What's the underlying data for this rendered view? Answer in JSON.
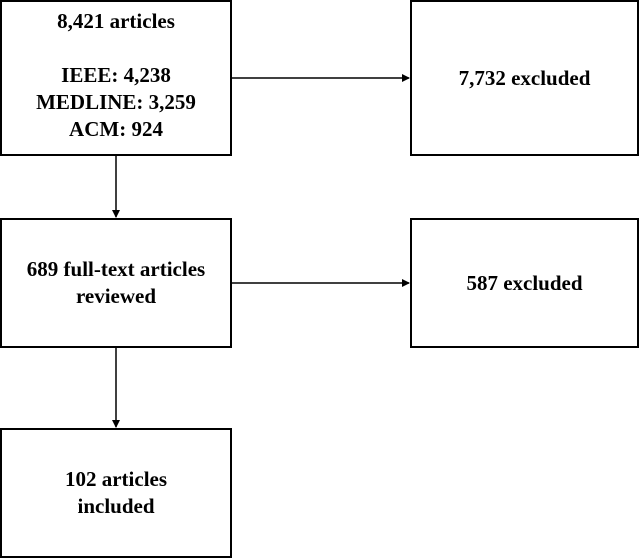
{
  "search_box": {
    "total": "8,421 articles",
    "sources": [
      "IEEE: 4,238",
      "MEDLINE: 3,259",
      "ACM: 924"
    ]
  },
  "screening_excluded": "7,732 excluded",
  "fulltext_box": {
    "line1": "689 full-text articles",
    "line2": "reviewed"
  },
  "fulltext_excluded": "587 excluded",
  "included_box": {
    "line1": "102 articles",
    "line2": "included"
  }
}
